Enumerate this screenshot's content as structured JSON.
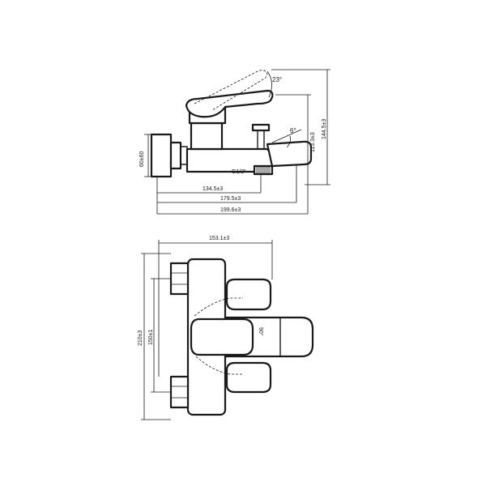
{
  "side_view": {
    "angle_lever": "23°",
    "angle_spout": "6°",
    "dim_width_side": "60±60",
    "dim_height_1": "113.3±3",
    "dim_height_2": "144.5±3",
    "thread": "G1/2\"",
    "dim_len_1": "134.5±3",
    "dim_len_2": "179.5±3",
    "dim_len_3": "199.6±3"
  },
  "top_view": {
    "dim_top": "153.1±3",
    "dim_outer": "210±3",
    "dim_centers": "150±1",
    "rotation": "90°"
  },
  "colors": {
    "line": "#1a1a1a",
    "background": "#ffffff"
  }
}
